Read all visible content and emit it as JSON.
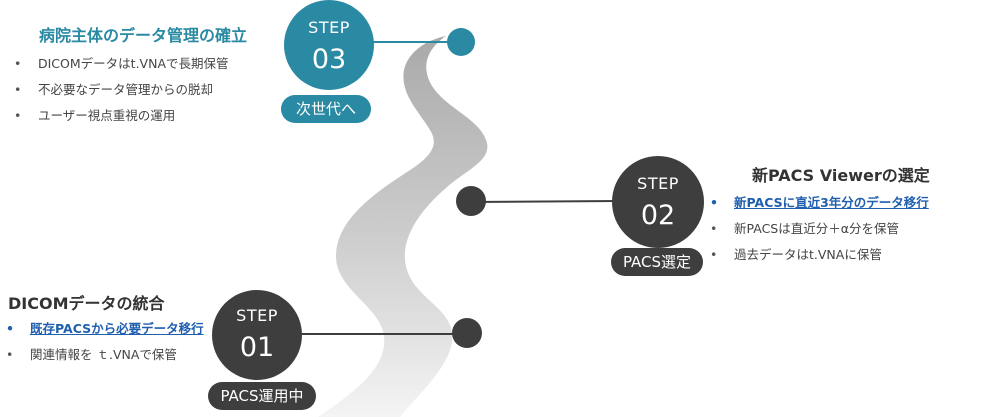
{
  "colors": {
    "teal": "#2a8aa3",
    "dark": "#3e3e3e",
    "highlight": "#1f5fae"
  },
  "step03": {
    "step_word": "STEP",
    "number": "03",
    "tag": "次世代へ",
    "title": "病院主体のデータ管理の確立",
    "bullets": [
      {
        "text": "DICOMデータはt.VNAで長期保管",
        "highlight": false
      },
      {
        "text": "不必要なデータ管理からの脱却",
        "highlight": false
      },
      {
        "text": "ユーザー視点重視の運用",
        "highlight": false
      }
    ]
  },
  "step02": {
    "step_word": "STEP",
    "number": "02",
    "tag": "PACS選定",
    "title": "新PACS Viewerの選定",
    "bullets": [
      {
        "text": "新PACSに直近3年分のデータ移行",
        "highlight": true
      },
      {
        "text": "新PACSは直近分＋α分を保管",
        "highlight": false
      },
      {
        "text": "過去データはt.VNAに保管",
        "highlight": false
      }
    ]
  },
  "step01": {
    "step_word": "STEP",
    "number": "01",
    "tag": "PACS運用中",
    "title": "DICOMデータの統合",
    "bullets": [
      {
        "text": "既存PACSから必要データ移行",
        "highlight": true
      },
      {
        "text": "関連情報を ｔ.VNAで保管",
        "highlight": false
      }
    ]
  },
  "bullet_glyph": "•"
}
